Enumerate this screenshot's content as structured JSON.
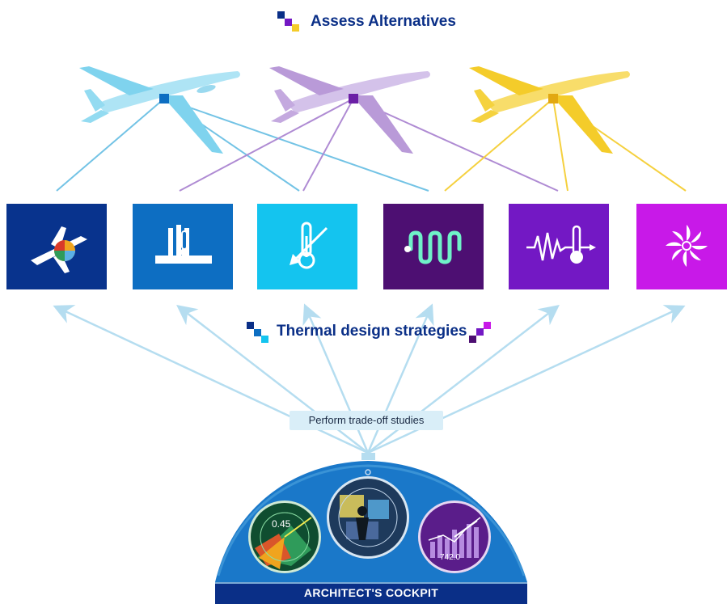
{
  "title_top": "Assess Alternatives",
  "title_mid": "Thermal design strategies",
  "tradeoff_label": "Perform trade-off studies",
  "cockpit_label": "ARCHITECT'S COCKPIT",
  "colors": {
    "aircraft_1": "#7fd3ee",
    "aircraft_2": "#b99ad8",
    "aircraft_3": "#f4cc2a",
    "tile_1": "#08338d",
    "tile_2": "#0d6ec2",
    "tile_3": "#14c4ef",
    "tile_4": "#4d0f72",
    "tile_5": "#7318c4",
    "tile_6": "#c819e8",
    "cockpit": "#1a78c9",
    "cockpit_base": "#0a2f87",
    "arrow": "#b5ddf0"
  },
  "tiles": [
    {
      "icon": "aircraft-thermal-map-icon"
    },
    {
      "icon": "heat-sink-thermometer-icon"
    },
    {
      "icon": "thermometer-decrease-icon"
    },
    {
      "icon": "heat-exchanger-coil-icon"
    },
    {
      "icon": "temperature-vibration-icon"
    },
    {
      "icon": "fan-icon"
    }
  ],
  "gauges": [
    {
      "icon": "radar-gauge-icon",
      "value": "0.45"
    },
    {
      "icon": "compass-gauge-icon"
    },
    {
      "icon": "bar-chart-gauge-icon",
      "value": "742.0"
    }
  ]
}
